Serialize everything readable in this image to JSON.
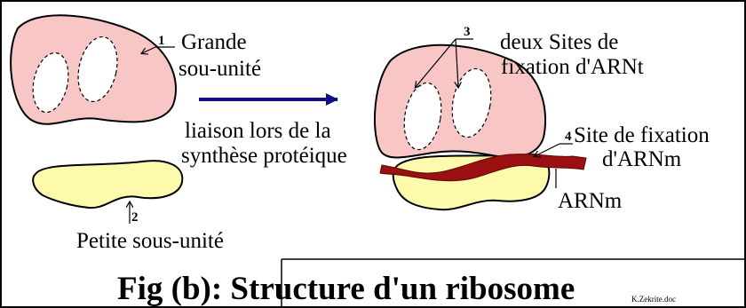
{
  "labels": {
    "grande": [
      "Grande",
      "sou-unité"
    ],
    "petite": "Petite sous-unité",
    "liaison": [
      "liaison lors de la",
      "synthèse protéique"
    ],
    "sites": [
      "deux Sites de",
      "fixation d'ARNt"
    ],
    "site_arnm": [
      "Site de fixation",
      "d'ARNm"
    ],
    "arnm": "ARNm"
  },
  "numbers": [
    "1",
    "2",
    "3",
    "4"
  ],
  "title": "Fig (b): Structure d'un ribosome",
  "credit": "K.Zekrite.doc",
  "colors": {
    "large_subunit": "#f9c6c6",
    "small_subunit": "#fdfbab",
    "mrna": "#9b1010",
    "arrow": "#101080"
  }
}
